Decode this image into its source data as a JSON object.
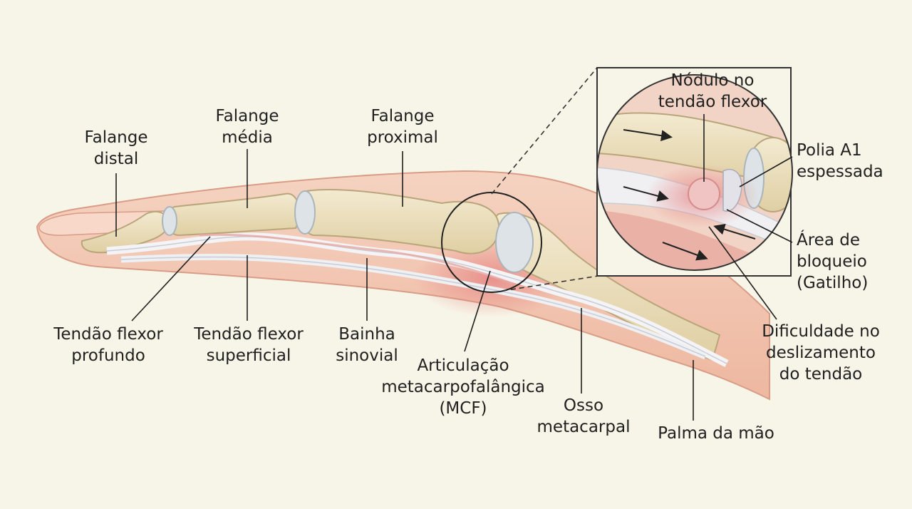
{
  "labels": {
    "falange_distal": [
      "Falange",
      "distal"
    ],
    "falange_media": [
      "Falange",
      "média"
    ],
    "falange_proximal": [
      "Falange",
      "proximal"
    ],
    "tendao_flexor_profundo": [
      "Tendão flexor",
      "profundo"
    ],
    "tendao_flexor_superficial": [
      "Tendão flexor",
      "superficial"
    ],
    "bainha_sinovial": [
      "Bainha",
      "sinovial"
    ],
    "articulacao_mcf": [
      "Articulação",
      "metacarpofalângica",
      "(MCF)"
    ],
    "osso_metacarpal": [
      "Osso",
      "metacarpal"
    ],
    "palma_da_mao": [
      "Palma da mão"
    ],
    "nodulo": [
      "Nódulo no",
      "tendão flexor"
    ],
    "polia_a1": [
      "Polia A1",
      "espessada"
    ],
    "area_bloqueio": [
      "Área de",
      "bloqueio",
      "(Gatilho)"
    ],
    "dificuldade": [
      "Dificuldade no",
      "deslizamento",
      "do tendão"
    ]
  },
  "colors": {
    "background": "#f7f5e7",
    "skin": "#f3c7b2",
    "bone": "#ece0bd",
    "tendon": "#f2f2f4",
    "inflammation": "#e89a9a",
    "leader_line": "#1f1f1f"
  }
}
